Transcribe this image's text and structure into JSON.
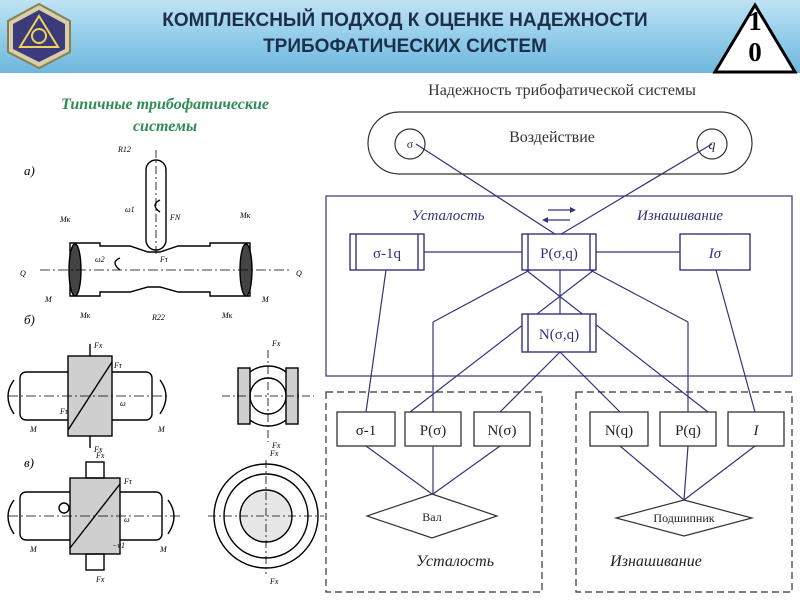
{
  "header": {
    "title_line1": "КОМПЛЕКСНЫЙ ПОДХОД К ОЦЕНКЕ НАДЕЖНОСТИ",
    "title_line2": "ТРИБОФАТИЧЕСКИХ СИСТЕМ",
    "slide_number_line1": "1",
    "slide_number_line2": "0"
  },
  "left_panel": {
    "title_line1": "Типичные трибофатические",
    "title_line2": "системы",
    "label_a": "а)",
    "label_b": "б)",
    "label_v": "в)"
  },
  "diagram": {
    "title": "Надежность трибофатической системы",
    "impact": {
      "label": "Воздействие",
      "sigma": "σ",
      "q": "q"
    },
    "fatigue_label": "Усталость",
    "wear_label": "Изнашивание",
    "box_sigma_1q": "σ-1q",
    "box_psigma_q": "P(σ,q)",
    "box_i_sigma": "Iσ",
    "box_nsigma_q": "N(σ,q)",
    "bottom_boxes_left": [
      "σ-1",
      "P(σ)",
      "N(σ)"
    ],
    "bottom_boxes_right": [
      "N(q)",
      "P(q)",
      "I"
    ],
    "shaft_label": "Вал",
    "bearing_label": "Подшипник",
    "bottom_fatigue_label": "Усталость",
    "bottom_wear_label": "Изнашивание"
  },
  "colors": {
    "header_bg": "#8fcbe9",
    "title": "#1d2f4a",
    "accent_green": "#2f8c56",
    "diagram_lines": "#33337a"
  }
}
